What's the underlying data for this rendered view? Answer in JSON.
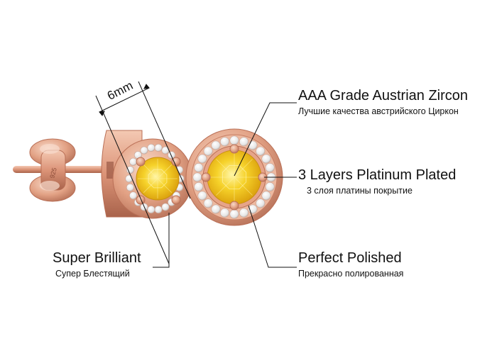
{
  "dimension": "6mm",
  "stamp": "925",
  "callouts": {
    "zircon": {
      "title": "AAA Grade Austrian Zircon",
      "subtitle": "Лучшие качества австрийского Циркон"
    },
    "plating": {
      "title": "3 Layers Platinum Plated",
      "subtitle": "3 слоя платины покрытие"
    },
    "polish": {
      "title": "Perfect Polished",
      "subtitle": "Прекрасно полированная"
    },
    "brilliant": {
      "title": "Super Brilliant",
      "subtitle": "Супер Блестящий"
    }
  },
  "colors": {
    "rose_gold": "#e2a184",
    "rose_gold_dark": "#b96f56",
    "rose_gold_light": "#f6cdb8",
    "stone_yellow": "#f2c419",
    "stone_yellow_light": "#fbe970",
    "cz_white": "#f2f2f2"
  }
}
